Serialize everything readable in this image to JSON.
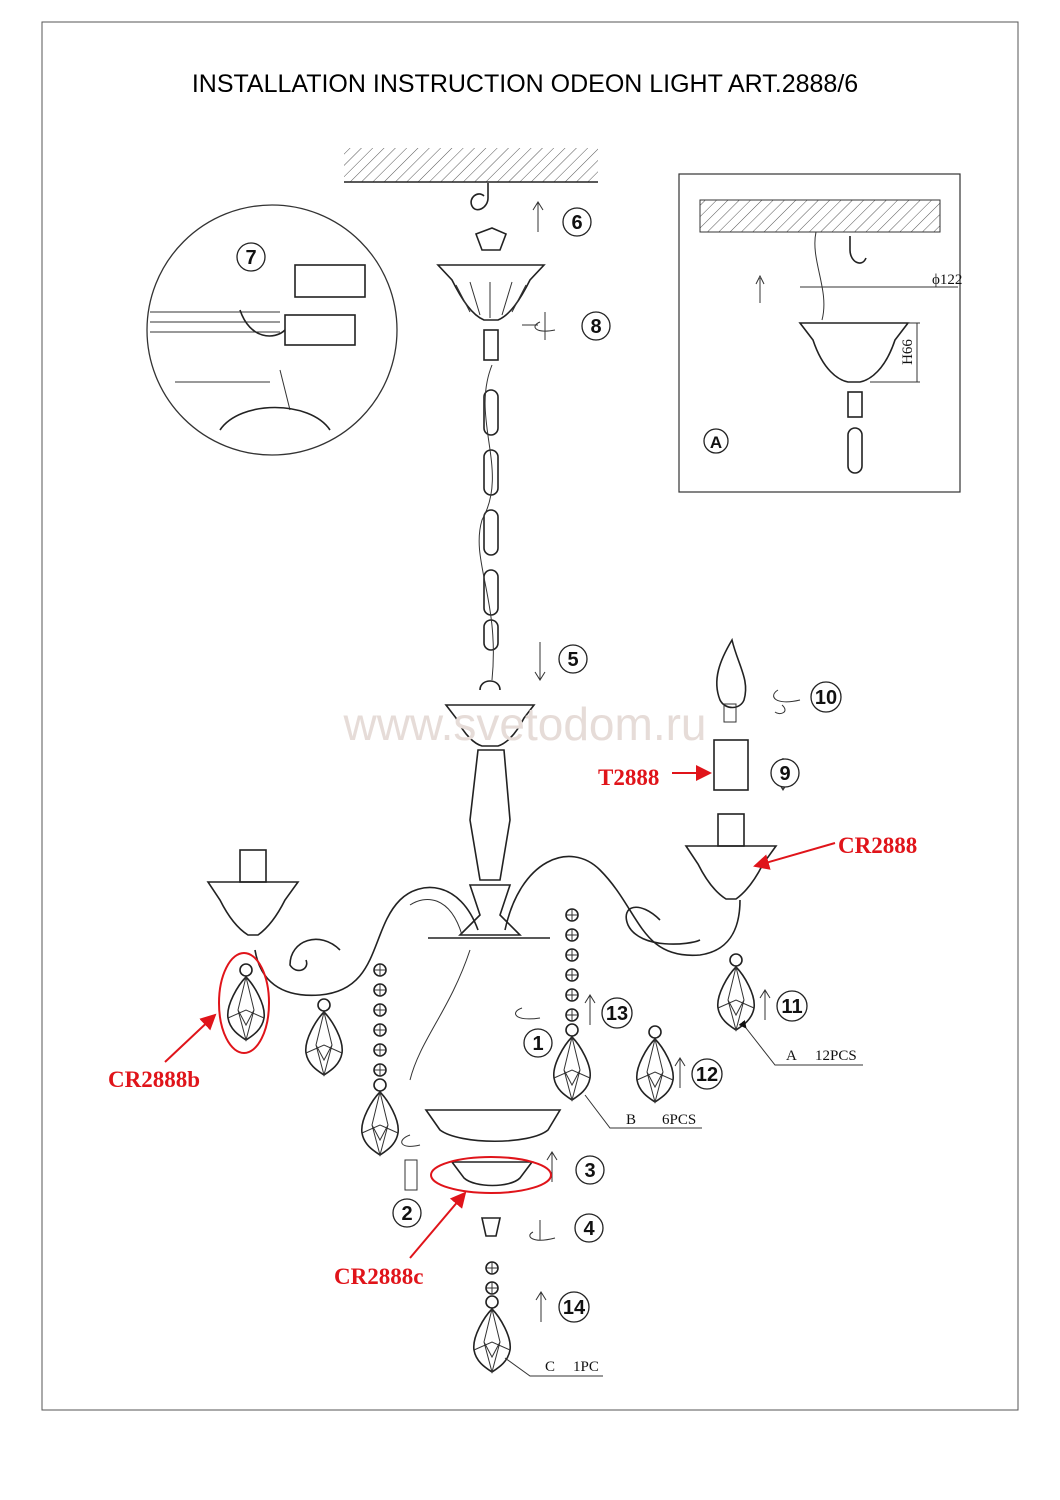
{
  "title": "INSTALLATION INSTRUCTION ODEON LIGHT ART.2888/6",
  "watermark": "www.svetodom.ru",
  "steps": [
    "1",
    "2",
    "3",
    "4",
    "5",
    "6",
    "7",
    "8",
    "9",
    "10",
    "11",
    "12",
    "13",
    "14"
  ],
  "detail": {
    "label": "A",
    "diameter": "ϕ122",
    "height": "H66"
  },
  "parts": [
    {
      "letter": "A",
      "qty": "12PCS"
    },
    {
      "letter": "B",
      "qty": "6PCS"
    },
    {
      "letter": "C",
      "qty": "1PC"
    }
  ],
  "callouts": [
    "T2888",
    "CR2888",
    "CR2888b",
    "CR2888c"
  ],
  "colors": {
    "callout": "#e0141a",
    "line": "#222222",
    "watermark": "#e6dcd8"
  }
}
